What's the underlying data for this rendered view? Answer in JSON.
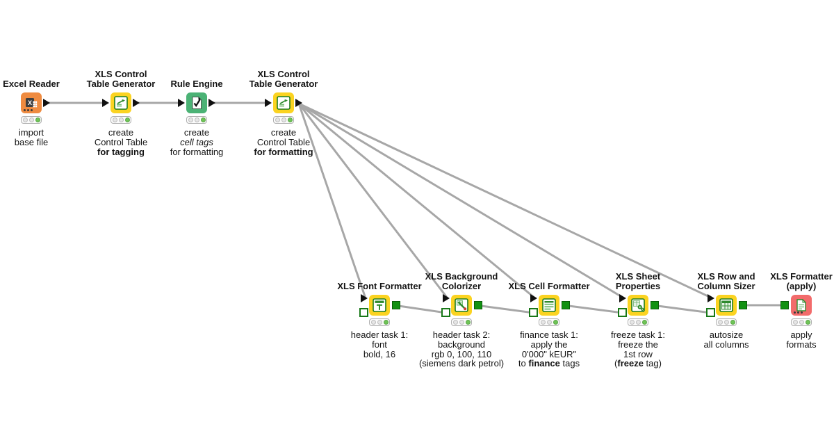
{
  "workflow": {
    "kind": "KNIME workflow canvas",
    "colors": {
      "node_yellow": "#FBD321",
      "node_orange": "#EF8B40",
      "node_green": "#4BB275",
      "node_red": "#F26B6B",
      "edge_gray": "#A7A7A7",
      "port_green": "#129112",
      "traffic_light_green": "#6FC457"
    }
  },
  "nodes": [
    {
      "id": "excel-reader",
      "icon": "excel-icon",
      "status": "executed",
      "title": [
        "Excel Reader"
      ],
      "comment": [
        "import",
        "base file"
      ]
    },
    {
      "id": "xls-control-table-generator-1",
      "icon": "control-table-icon",
      "status": "executed",
      "title": [
        "XLS Control",
        "Table Generator"
      ],
      "comment": [
        "create",
        "Control Table",
        "for tagging"
      ]
    },
    {
      "id": "rule-engine",
      "icon": "rule-checkmark-icon",
      "status": "executed",
      "title": [
        "Rule Engine"
      ],
      "comment": [
        "create",
        "cell tags",
        "for formatting"
      ]
    },
    {
      "id": "xls-control-table-generator-2",
      "icon": "control-table-icon",
      "status": "executed",
      "title": [
        "XLS Control",
        "Table Generator"
      ],
      "comment": [
        "create",
        "Control Table",
        "for formatting"
      ]
    },
    {
      "id": "xls-font-formatter",
      "icon": "font-formatter-icon",
      "status": "executed",
      "title": [
        "XLS Font Formatter"
      ],
      "comment": [
        "header task 1:",
        "font",
        "bold, 16"
      ]
    },
    {
      "id": "xls-background-colorizer",
      "icon": "background-colorizer-icon",
      "status": "executed",
      "title": [
        "XLS Background",
        "Colorizer"
      ],
      "comment": [
        "header task 2:",
        "background",
        "rgb 0, 100, 110",
        "(siemens dark petrol)"
      ]
    },
    {
      "id": "xls-cell-formatter",
      "icon": "cell-formatter-icon",
      "status": "executed",
      "title": [
        "XLS Cell Formatter"
      ],
      "comment": [
        "finance task 1:",
        "apply the",
        "0'000\" kEUR\""
      ],
      "rich": {
        "pre": "to ",
        "bold": "finance",
        "post": " tags"
      }
    },
    {
      "id": "xls-sheet-properties",
      "icon": "sheet-properties-icon",
      "status": "executed",
      "title": [
        "XLS Sheet",
        "Properties"
      ],
      "comment": [
        "freeze task 1:",
        "freeze the",
        "1st row"
      ],
      "rich": {
        "pre": "(",
        "bold": "freeze",
        "post": " tag)"
      }
    },
    {
      "id": "xls-row-and-column-sizer",
      "icon": "row-column-sizer-icon",
      "status": "executed",
      "title": [
        "XLS Row and",
        "Column Sizer"
      ],
      "comment": [
        "autosize",
        "all columns"
      ]
    },
    {
      "id": "xls-formatter-apply",
      "icon": "apply-document-icon",
      "status": "executed",
      "title": [
        "XLS Formatter",
        "(apply)"
      ],
      "comment": [
        "apply",
        "formats"
      ]
    }
  ],
  "edges": [
    {
      "from": "excel-reader",
      "to": "xls-control-table-generator-1"
    },
    {
      "from": "xls-control-table-generator-1",
      "to": "rule-engine"
    },
    {
      "from": "rule-engine",
      "to": "xls-control-table-generator-2"
    },
    {
      "from": "xls-control-table-generator-2",
      "to": "xls-font-formatter"
    },
    {
      "from": "xls-control-table-generator-2",
      "to": "xls-background-colorizer"
    },
    {
      "from": "xls-control-table-generator-2",
      "to": "xls-cell-formatter"
    },
    {
      "from": "xls-control-table-generator-2",
      "to": "xls-sheet-properties"
    },
    {
      "from": "xls-control-table-generator-2",
      "to": "xls-row-and-column-sizer"
    },
    {
      "from": "xls-font-formatter",
      "to": "xls-background-colorizer"
    },
    {
      "from": "xls-background-colorizer",
      "to": "xls-cell-formatter"
    },
    {
      "from": "xls-cell-formatter",
      "to": "xls-sheet-properties"
    },
    {
      "from": "xls-sheet-properties",
      "to": "xls-row-and-column-sizer"
    },
    {
      "from": "xls-row-and-column-sizer",
      "to": "xls-formatter-apply"
    }
  ]
}
